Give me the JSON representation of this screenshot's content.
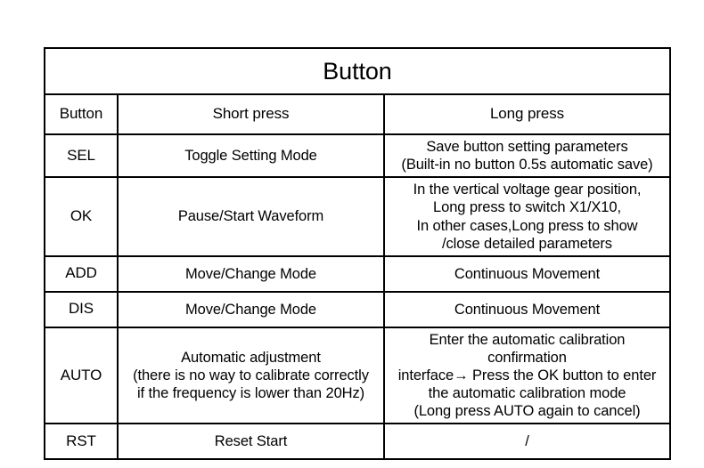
{
  "document": {
    "title": "Button",
    "columns": [
      "Button",
      "Short press",
      "Long press"
    ],
    "rows": [
      {
        "key": "SEL",
        "short": "Toggle Setting Mode",
        "long": "Save button setting parameters\n(Built-in no button 0.5s automatic save)"
      },
      {
        "key": "OK",
        "short": "Pause/Start Waveform",
        "long": "In the vertical voltage gear position,\nLong press to switch X1/X10,\nIn other cases,Long press to show\n/close detailed parameters"
      },
      {
        "key": "ADD",
        "short": "Move/Change Mode",
        "long": "Continuous Movement"
      },
      {
        "key": "DIS",
        "short": "Move/Change Mode",
        "long": "Continuous Movement"
      },
      {
        "key": "AUTO",
        "short": "Automatic adjustment\n(there is no way to calibrate correctly\nif the frequency is lower than 20Hz)",
        "long": "Enter the automatic calibration confirmation\ninterface→ Press the OK button to enter\nthe automatic calibration mode\n(Long press AUTO again to cancel)"
      },
      {
        "key": "RST",
        "short": "Reset Start",
        "long": "/"
      }
    ]
  },
  "colors": {
    "background": "#ffffff",
    "border": "#000000",
    "text": "#000000"
  }
}
